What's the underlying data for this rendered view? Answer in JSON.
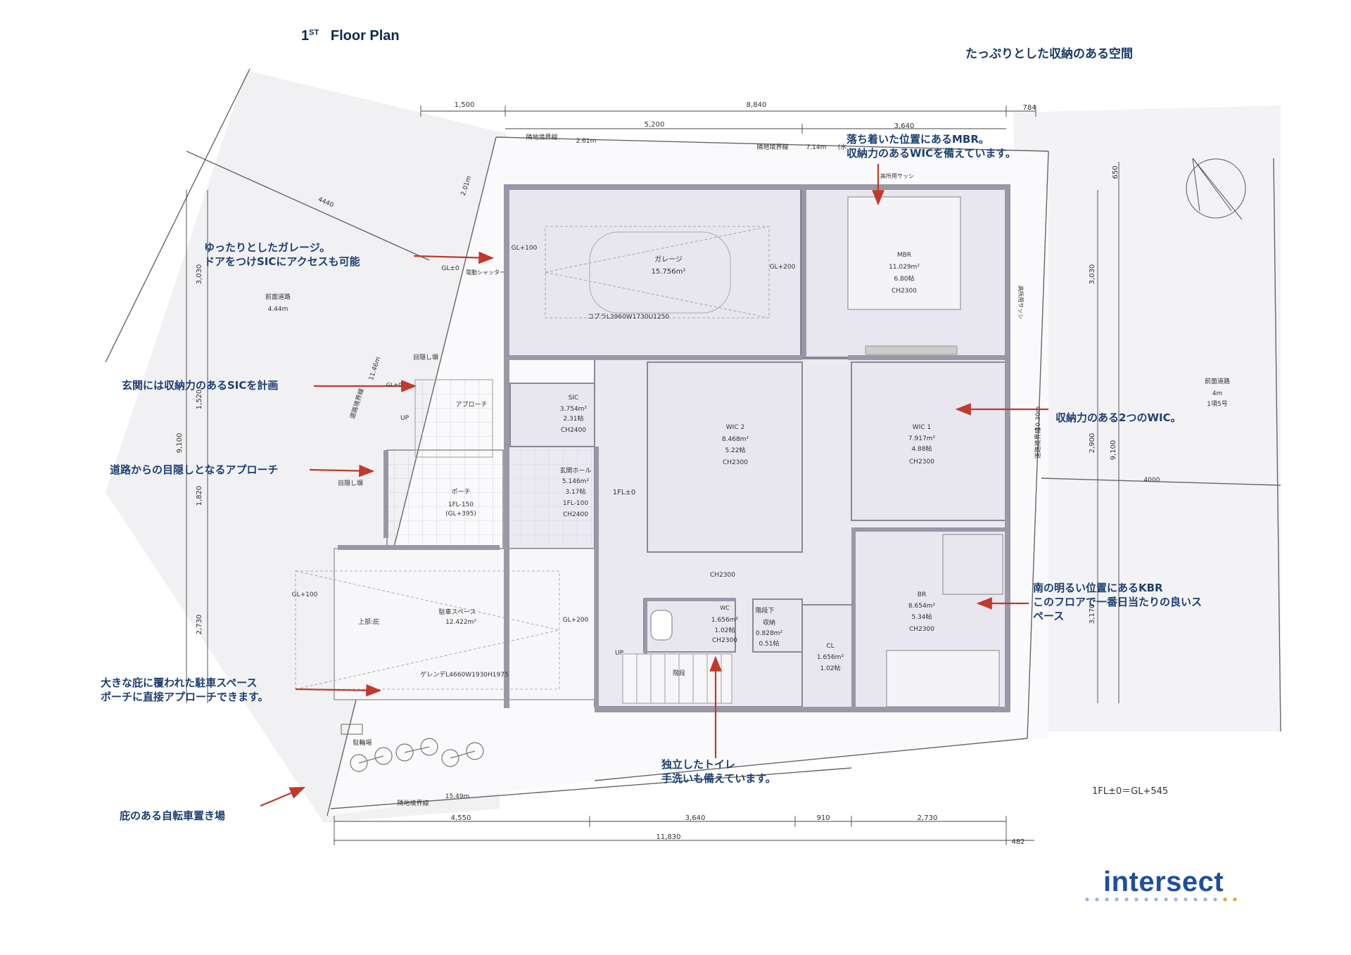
{
  "title": {
    "prefix": "1",
    "sup": "ST",
    "main": "Floor Plan"
  },
  "heading": "たっぷりとした収納のある空間",
  "annotations": {
    "garage_1": "ゆったりとしたガレージ。",
    "garage_2": "ドアをつけSICにアクセスも可能",
    "entrance": "玄関には収納力のあるSICを計画",
    "approach": "道路からの目隠しとなるアプローチ",
    "parking_1": "大きな庇に覆われた駐車スペース",
    "parking_2": "ポーチに直接アプローチできます。",
    "bicycle": "庇のある自転車置き場",
    "mbr_1": "落ち着いた位置にあるMBR。",
    "mbr_2": "収納力のあるWICを備えています。",
    "wic": "収納力のある2つのWIC。",
    "kbr_1": "南の明るい位置にあるKBR",
    "kbr_2": "このフロアで一番日当たりの良いス",
    "kbr_3": "ペース",
    "toilet_1": "独立したトイレ",
    "toilet_2": "手洗いも備えています。"
  },
  "rooms": {
    "garage": "ガレージ",
    "garage_area": "15.756m²",
    "garage_car": "コブラL3960W1730U1250",
    "shutter": "電動シャッター",
    "mbr": "MBR",
    "mbr_area": "11.029m²",
    "mbr_tatami": "6.80帖",
    "mbr_ch": "CH2300",
    "high_window": "高所用サッシ",
    "high_window2": "高所用サッシ",
    "sic": "SIC",
    "sic_area": "3.754m²",
    "sic_tatami": "2.31帖",
    "sic_ch": "CH2400",
    "wic2": "WIC 2",
    "wic2_area": "8.468m²",
    "wic2_tatami": "5.22帖",
    "wic2_ch": "CH2300",
    "wic1": "WIC 1",
    "wic1_area": "7.917m²",
    "wic1_tatami": "4.88帖",
    "wic1_ch": "CH2300",
    "hall": "玄関ホール",
    "hall_area": "5.146m²",
    "hall_tatami": "3.17帖",
    "hall_fl": "1FL-100",
    "hall_ch": "CH2400",
    "porch": "ポーチ",
    "porch_fl": "1FL-150",
    "porch_gl": "(GL+395)",
    "approach": "アプローチ",
    "screen_wall": "目隠し塀",
    "screen_wall2": "目隠し塀",
    "fl0": "1FL±0",
    "ch_corridor": "CH2300",
    "parking": "駐車スペース",
    "parking_area": "12.422m²",
    "eaves": "上部:庇",
    "parking_car": "ゲレンデL4660W1930H1975",
    "wc": "WC",
    "wc_area": "1.656m²",
    "wc_tatami": "1.02帖",
    "wc_ch": "CH2300",
    "under_stair": "階段下",
    "storage": "収納",
    "storage_area": "0.828m²",
    "storage_tatami": "0.51帖",
    "cl": "CL",
    "cl_area": "1.656m²",
    "cl_tatami": "1.02帖",
    "br": "BR",
    "br_area": "8.654m²",
    "br_tatami": "5.34帖",
    "br_ch": "CH2300",
    "stairs": "階段",
    "up1": "UP",
    "up2": "UP",
    "bike": "駐輪場",
    "gl100_garage": "GL+100",
    "gl200_garage": "GL+200",
    "gl0": "GL±0",
    "gl100_parking": "GL+100",
    "gl200_parking": "GL+200",
    "gl0_approach": "GL±0"
  },
  "site": {
    "front_road_left": "前面道路",
    "front_road_left_w": "4.44m",
    "front_road_right": "前面道路",
    "front_road_right_w": "4m",
    "front_road_right_n": "1項5号",
    "boundary_top": "隣地境界線",
    "boundary_top_len": "2.61m",
    "boundary_top2": "隣地境界線",
    "boundary_top2_len": "7.14m",
    "water": "(水",
    "boundary_bottom": "隣地境界線",
    "boundary_bottom_len": "15.49m",
    "road_boundary_left": "道路境界線",
    "road_boundary_left_len": "11.46m",
    "road_boundary_right": "道路境界線",
    "road_boundary_right_len": "10.30m",
    "d_2010": "2.01m",
    "d_4440": "4440",
    "d_4000": "4000"
  },
  "dimensions": {
    "top_1500": "1,500",
    "top_8840": "8,840",
    "top_784": "784",
    "top_5200": "5,200",
    "top_3640": "3,640",
    "bot_4550": "4,550",
    "bot_3640": "3,640",
    "bot_910": "910",
    "bot_2730": "2,730",
    "bot_11830": "11,830",
    "bot_482": "482",
    "left_3030": "3,030",
    "left_1520": "1,520",
    "left_9100": "9,100",
    "left_1820": "1,820",
    "left_2730": "2,730",
    "right_650": "650",
    "right_3030": "3,030",
    "right_2900": "2,900",
    "right_9100": "9,100",
    "right_3170": "3,170"
  },
  "footnote": "1FL±0＝GL+545",
  "logo": "intersect",
  "colors": {
    "arrow": "#c0392b",
    "annotation": "#1c3f72",
    "wall": "#808090",
    "room_fill": "#e8e6ee",
    "logo": "#1f4f9a"
  }
}
